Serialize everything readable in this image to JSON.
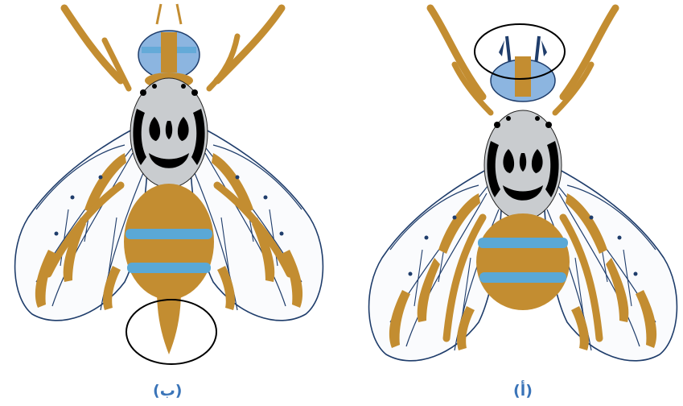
{
  "figure": {
    "left_panel": {
      "caption": "(ب)",
      "highlight": "ovipositor-circle"
    },
    "right_panel": {
      "caption": "(أ)",
      "highlight": "head-setae-circle"
    }
  },
  "colors": {
    "body": "#c38d31",
    "wing_vein": "#1f3d6b",
    "thorax": "#c9cccf",
    "thorax_marks": "#000000",
    "eye": "#8cb5e0",
    "band": "#5aa8d6",
    "caption": "#3a74b8",
    "circle": "#000000"
  }
}
